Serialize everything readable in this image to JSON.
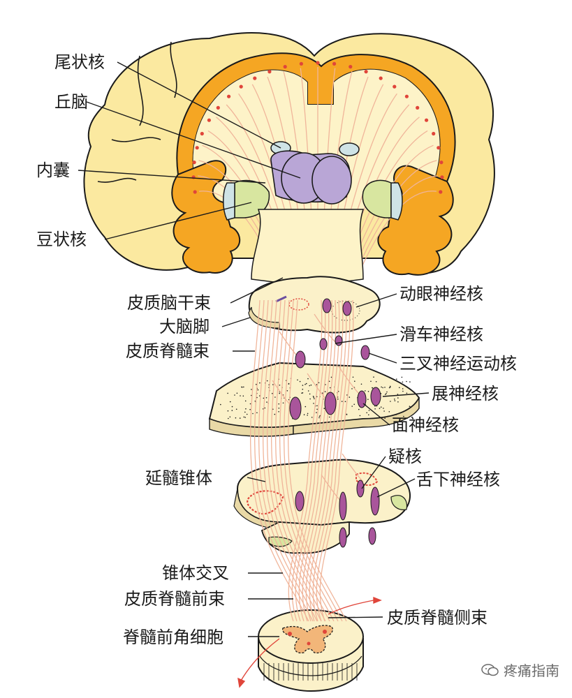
{
  "labels_left": [
    {
      "id": "caudate",
      "text": "尾状核"
    },
    {
      "id": "thalamus",
      "text": "丘脑"
    },
    {
      "id": "internal-capsule",
      "text": "内囊"
    },
    {
      "id": "lentiform",
      "text": "豆状核"
    },
    {
      "id": "corticobulbar",
      "text": "皮质脑干束"
    },
    {
      "id": "cerebral-peduncle",
      "text": "大脑脚"
    },
    {
      "id": "corticospinal",
      "text": "皮质脊髓束"
    },
    {
      "id": "medullary-pyramid",
      "text": "延髓锥体"
    },
    {
      "id": "pyramidal-decussation",
      "text": "锥体交叉"
    },
    {
      "id": "anterior-corticospinal",
      "text": "皮质脊髓前束"
    },
    {
      "id": "anterior-horn-cells",
      "text": "脊髓前角细胞"
    }
  ],
  "labels_right": [
    {
      "id": "oculomotor",
      "text": "动眼神经核"
    },
    {
      "id": "trochlear",
      "text": "滑车神经核"
    },
    {
      "id": "trigeminal-motor",
      "text": "三叉神经运动核"
    },
    {
      "id": "abducens",
      "text": "展神经核"
    },
    {
      "id": "facial",
      "text": "面神经核"
    },
    {
      "id": "ambiguus",
      "text": "疑核"
    },
    {
      "id": "hypoglossal",
      "text": "舌下神经核"
    },
    {
      "id": "lateral-corticospinal",
      "text": "皮质脊髓侧束"
    }
  ],
  "watermark": "疼痛指南",
  "colors": {
    "cortex_orange": "#f5a623",
    "white_matter": "#fdf3c8",
    "brain_surface": "#fbe9a0",
    "fiber": "#f0b59a",
    "thalamus_purple": "#b9a6d6",
    "nucleus_purple": "#a9559b",
    "section_fill": "#fbf1c9",
    "lentiform_green": "#d8e6a0",
    "cell_red": "#e0453a"
  }
}
